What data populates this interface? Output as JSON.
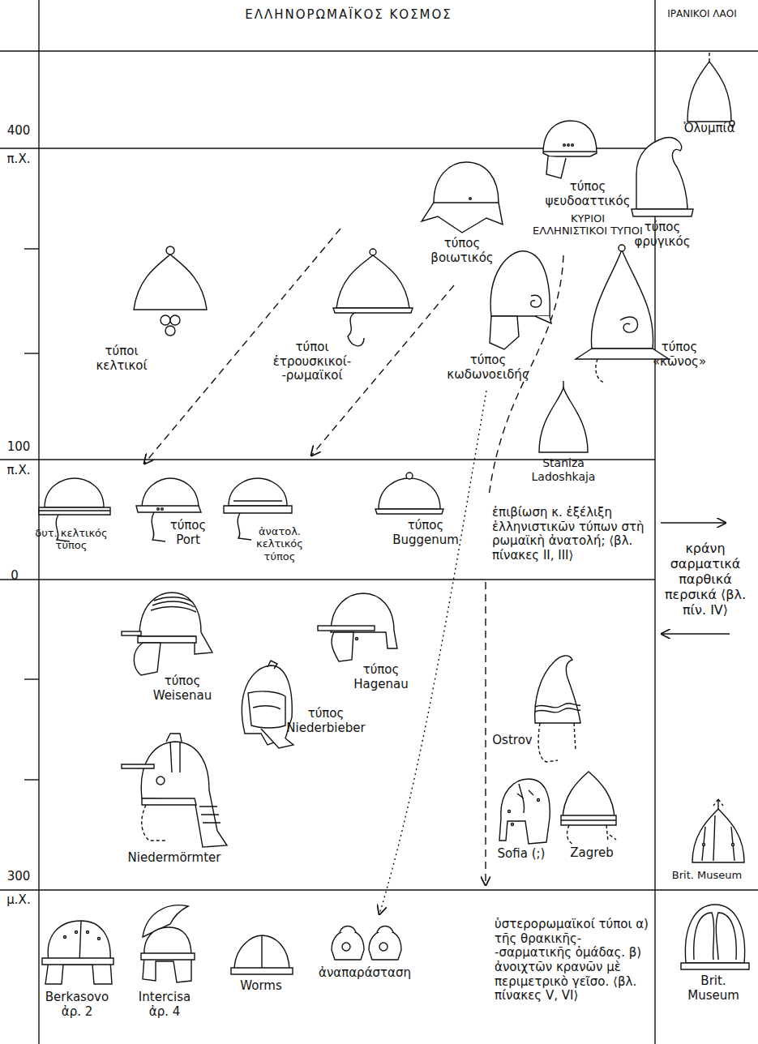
{
  "diagram": {
    "labels": [
      "ΕΛΛΗΝΟΡΩΜΑΪΚΟΣ ΚΟΣΜΟΣ",
      "ΙΡΑΝΙΚΟΙ ΛΑΟΙ",
      "400",
      "π.Χ.",
      "Ὀλυμπία",
      "τύπος ψευδοαττικός",
      "ΚΥΡΙΟΙ ΕΛΛΗΝΙΣΤΙΚΟΙ ΤΥΠΟΙ",
      "τύπος βοιωτικός",
      "τύπος φρυγικός",
      "τύποι κελτικοί",
      "τύποι ἐτρουσκικοί- -ρωμαϊκοί",
      "τύπος κωδωνοειδής",
      "τύπος «κῶνος»",
      "100",
      "π.Χ.",
      "Staniza Ladoshkaja",
      "δυτ. κελτικός τύπος",
      "τύπος Port",
      "ἀνατολ. κελτικός τύπος",
      "τύπος Buggenum",
      "ἐπιβίωση κ. ἐξέλιξη ἑλληνιστικῶν τύπων στὴ ρωμαϊκὴ ἀνατολή; ⟨βλ. πίνακες II, III⟩",
      "κράνη σαρματικά παρθικά περσικά ⟨βλ. πίν. IV⟩",
      "0",
      "τύπος Weisenau",
      "τύπος Hagenau",
      "τύπος Niederbieber",
      "Niedermörmter",
      "Ostrov",
      "Sofia (;)",
      "Zagreb",
      "Brit. Museum",
      "300",
      "μ.Χ.",
      "Berkasovo ἀρ. 2",
      "Intercisa ἀρ. 4",
      "Worms",
      "ἀναπαράσταση",
      "ὑστερορωμαϊκοί τύποι α) τῆς θρακικῆς- -σαρματικῆς ὁμάδας. β) ἀνοιχτῶν κρανῶν μὲ περιμετρικὸ γεῖσο. ⟨βλ. πίνακες V, VI⟩",
      "Brit. Museum"
    ]
  }
}
